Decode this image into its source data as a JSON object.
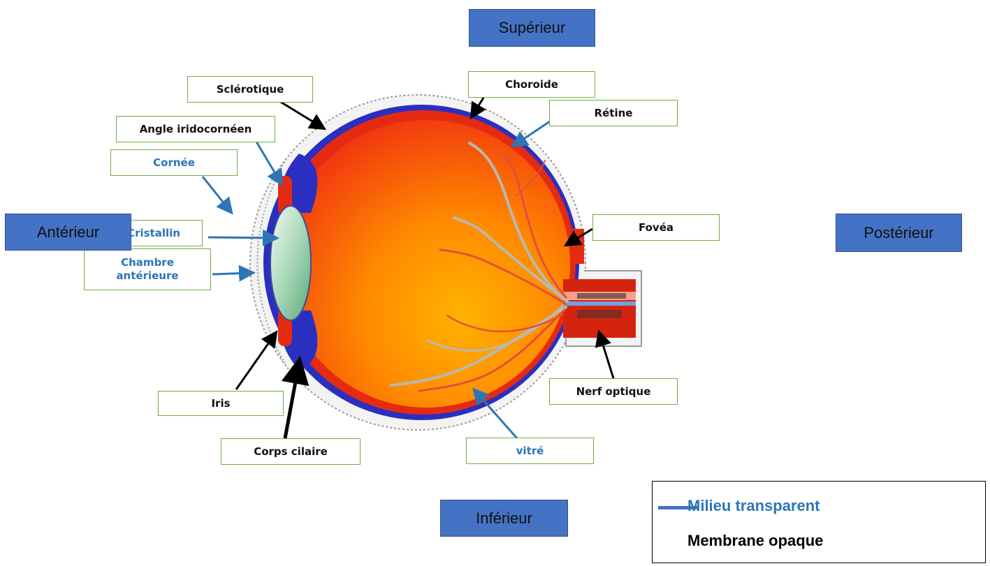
{
  "directions": {
    "superior": "Supérieur",
    "inferior": "Inférieur",
    "anterior": "Antérieur",
    "posterior": "Postérieur"
  },
  "labels": {
    "sclerotique": "Sclérotique",
    "choroide": "Choroide",
    "retine": "Rétine",
    "angle": "Angle iridocornéen",
    "cornee": "Cornée",
    "cristallin": "Cristallin",
    "chambre_line1": "Chambre",
    "chambre_line2": "antérieure",
    "fovea": "Fovéa",
    "iris": "Iris",
    "nerf": "Nerf optique",
    "corps": "Corps cilaire",
    "vitre": "vitré"
  },
  "legend": {
    "transparent": "Milieu transparent",
    "opaque": "Membrane opaque"
  },
  "colors": {
    "transparent_medium": "#2e75b6",
    "opaque_membrane": "#000000",
    "label_border": "#70ad47",
    "direction_box": "#4472c4"
  }
}
